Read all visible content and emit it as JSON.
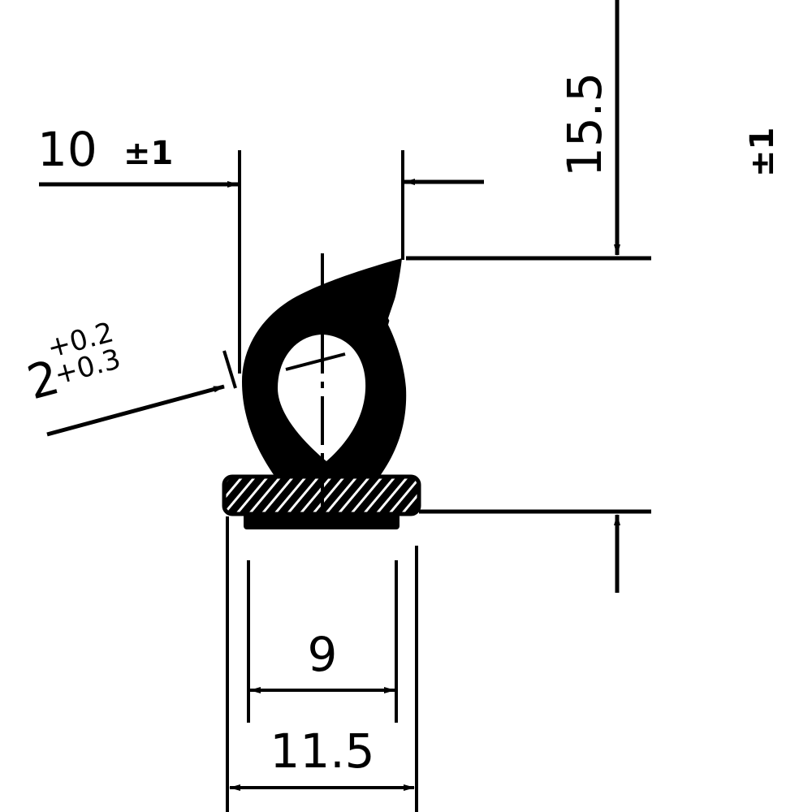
{
  "drawing": {
    "type": "seal profile cross-section",
    "line_color": "#000000",
    "background": "#ffffff"
  },
  "dimensions": {
    "opening_width": {
      "value": "10",
      "tolerance": "±1"
    },
    "wall_thickness": {
      "value": "2",
      "tol_upper": "+0.2",
      "tol_lower": "+0.3"
    },
    "total_height": {
      "value": "15.5",
      "tolerance": "±1"
    },
    "inner_base_width": {
      "value": "9"
    },
    "outer_base_width": {
      "value": "11.5"
    }
  }
}
